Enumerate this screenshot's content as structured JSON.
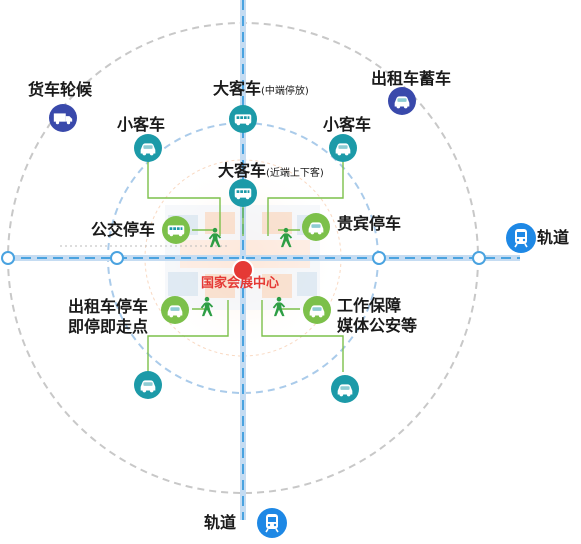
{
  "colors": {
    "teal": "#1c9aa8",
    "dark_blue": "#3949ab",
    "light_blue": "#4aa3e0",
    "green": "#7cc04a",
    "walk_green": "#2e9e45",
    "red": "#e53935",
    "dash_gray": "#bdbdbd"
  },
  "center": {
    "label": "国家会展中心"
  },
  "labels": {
    "truck": "货车轮候",
    "bus_far": "大客车",
    "bus_far_note": "(中端停放)",
    "taxi_storage": "出租车蓄车",
    "car_left": "小客车",
    "car_right": "小客车",
    "bus_near": "大客车",
    "bus_near_note": "(近端上下客)",
    "public_bus": "公交停车",
    "vip": "贵宾停车",
    "rail_right": "轨道",
    "taxi_quick_line1": "出租车停车",
    "taxi_quick_line2": "即停即走点",
    "staff_line1": "工作保障",
    "staff_line2": "媒体公安等",
    "rail_bottom": "轨道"
  },
  "icons": [
    "truck-icon",
    "bus-icon",
    "taxi-icon",
    "car-icon",
    "car-icon",
    "bus-icon",
    "bus-icon",
    "car-icon",
    "train-icon",
    "car-icon",
    "car-icon",
    "car-icon",
    "car-icon",
    "train-icon",
    "pedestrian-icon"
  ]
}
